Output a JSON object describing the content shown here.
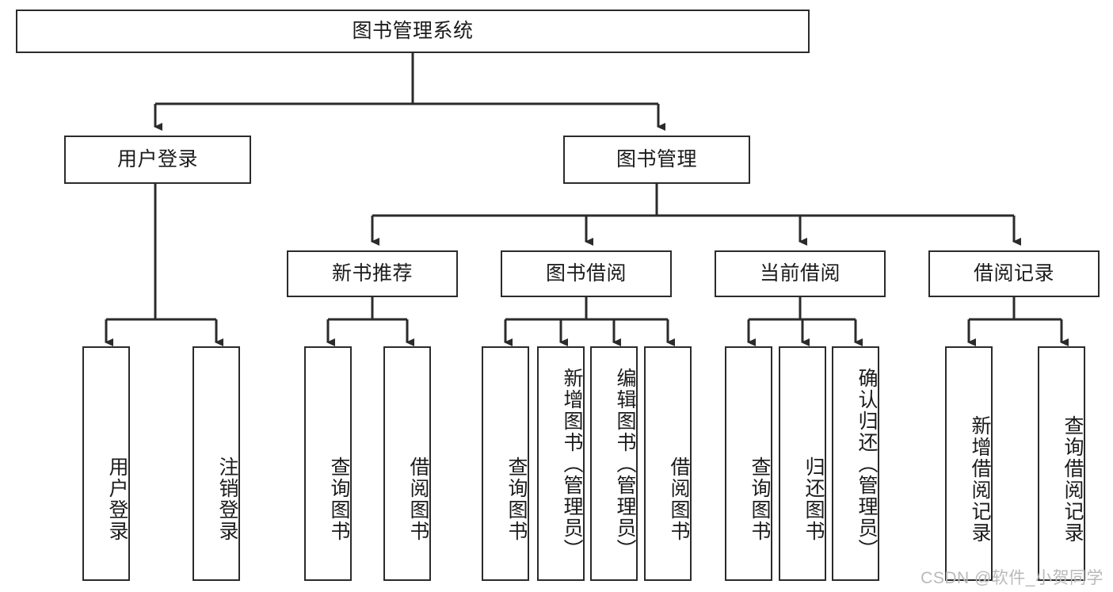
{
  "diagram": {
    "title": "图书管理系统",
    "root": {
      "label": "图书管理系统"
    },
    "level2": [
      {
        "label": "用户登录"
      },
      {
        "label": "图书管理"
      }
    ],
    "level3": [
      {
        "label": "新书推荐"
      },
      {
        "label": "图书借阅"
      },
      {
        "label": "当前借阅"
      },
      {
        "label": "借阅记录"
      }
    ],
    "leaves": {
      "user_login": [
        {
          "label": "用户登录"
        },
        {
          "label": "注销登录"
        }
      ],
      "new_book_recommend": [
        {
          "label": "查询图书"
        },
        {
          "label": "借阅图书"
        }
      ],
      "book_borrow": [
        {
          "label": "查询图书"
        },
        {
          "label": "新增图书（管理员）"
        },
        {
          "label": "编辑图书（管理员）"
        },
        {
          "label": "借阅图书"
        }
      ],
      "current_borrow": [
        {
          "label": "查询图书"
        },
        {
          "label": "归还图书"
        },
        {
          "label": "确认归还（管理员）"
        }
      ],
      "borrow_records": [
        {
          "label": "新增借阅记录"
        },
        {
          "label": "查询借阅记录"
        }
      ]
    }
  },
  "watermark": {
    "text": "CSDN @软件_小贺同学"
  },
  "colors": {
    "stroke": "#2b2b2b",
    "background": "#ffffff",
    "text": "#1b1b1b",
    "watermark": "#b9b9b9"
  }
}
